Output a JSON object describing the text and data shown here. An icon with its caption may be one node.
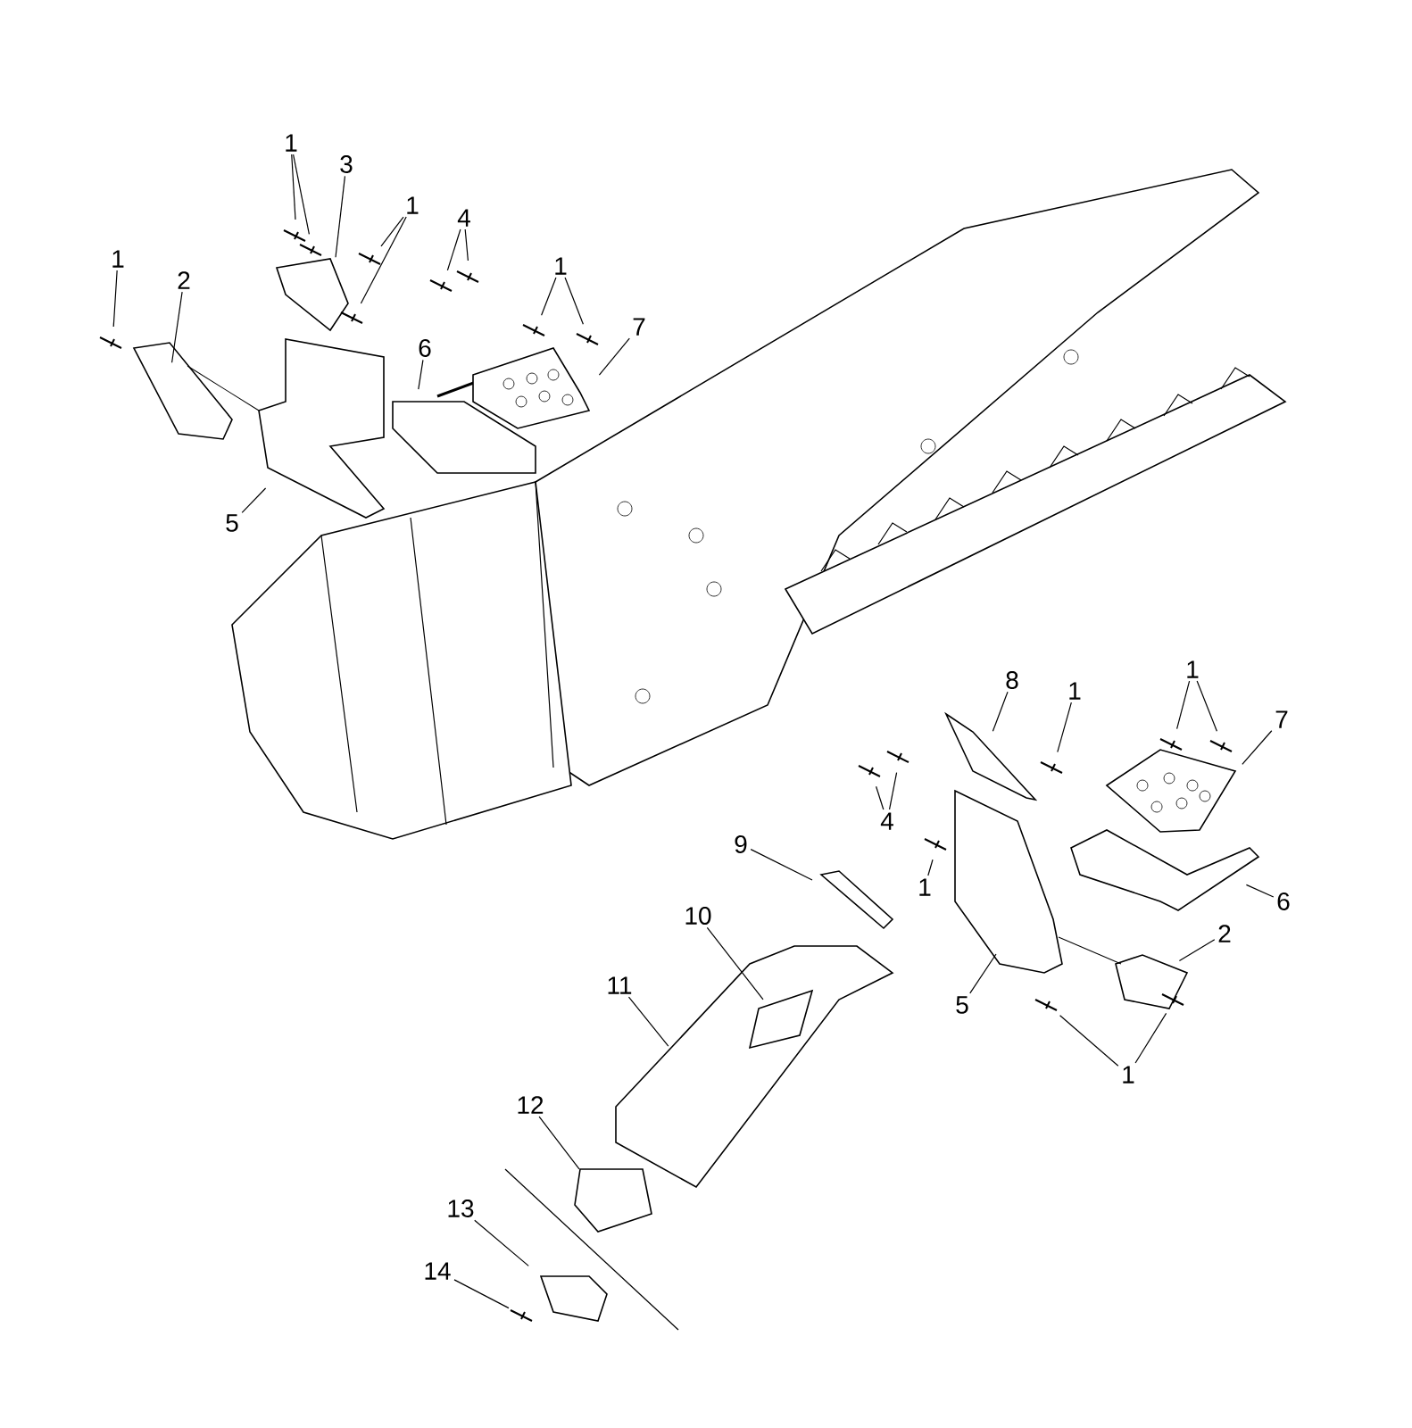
{
  "diagram": {
    "nodes": [
      {
        "text": [
          "1"
        ]
      },
      {
        "text": [
          "3"
        ]
      },
      {
        "text": [
          "1"
        ]
      },
      {
        "text": [
          "4"
        ]
      },
      {
        "text": [
          "1"
        ]
      },
      {
        "text": [
          "1"
        ]
      },
      {
        "text": [
          "2"
        ]
      },
      {
        "text": [
          "7"
        ]
      },
      {
        "text": [
          "6"
        ]
      },
      {
        "text": [
          "5"
        ]
      },
      {
        "text": [
          "1"
        ]
      },
      {
        "text": [
          "8"
        ]
      },
      {
        "text": [
          "1"
        ]
      },
      {
        "text": [
          "7"
        ]
      },
      {
        "text": [
          "4"
        ]
      },
      {
        "text": [
          "9"
        ]
      },
      {
        "text": [
          "1"
        ]
      },
      {
        "text": [
          "6"
        ]
      },
      {
        "text": [
          "10"
        ]
      },
      {
        "text": [
          "2"
        ]
      },
      {
        "text": [
          "11"
        ]
      },
      {
        "text": [
          "5"
        ]
      },
      {
        "text": [
          "1"
        ]
      },
      {
        "text": [
          "12"
        ]
      },
      {
        "text": [
          "13"
        ]
      },
      {
        "text": [
          "14"
        ]
      }
    ],
    "edges": [
      {
        "from": 0,
        "to": null,
        "arrow": "none"
      },
      {
        "from": 0,
        "to": null,
        "arrow": "none"
      },
      {
        "from": 1,
        "to": null,
        "arrow": "none"
      },
      {
        "from": 2,
        "to": null,
        "arrow": "none"
      },
      {
        "from": 2,
        "to": null,
        "arrow": "none"
      },
      {
        "from": 3,
        "to": null,
        "arrow": "none"
      },
      {
        "from": 3,
        "to": null,
        "arrow": "none"
      },
      {
        "from": 4,
        "to": null,
        "arrow": "none"
      },
      {
        "from": 5,
        "to": null,
        "arrow": "none"
      },
      {
        "from": 5,
        "to": null,
        "arrow": "none"
      },
      {
        "from": 6,
        "to": null,
        "arrow": "none"
      },
      {
        "from": 7,
        "to": null,
        "arrow": "none"
      },
      {
        "from": 8,
        "to": null,
        "arrow": "none"
      },
      {
        "from": 9,
        "to": null,
        "arrow": "none"
      },
      {
        "from": 10,
        "to": null,
        "arrow": "none"
      },
      {
        "from": 10,
        "to": null,
        "arrow": "none"
      },
      {
        "from": 11,
        "to": null,
        "arrow": "none"
      },
      {
        "from": 12,
        "to": null,
        "arrow": "none"
      },
      {
        "from": 13,
        "to": null,
        "arrow": "none"
      },
      {
        "from": 14,
        "to": null,
        "arrow": "none"
      },
      {
        "from": 14,
        "to": null,
        "arrow": "none"
      },
      {
        "from": 15,
        "to": null,
        "arrow": "none"
      },
      {
        "from": 16,
        "to": null,
        "arrow": "none"
      },
      {
        "from": 17,
        "to": null,
        "arrow": "none"
      },
      {
        "from": 18,
        "to": null,
        "arrow": "none"
      },
      {
        "from": 19,
        "to": null,
        "arrow": "none"
      },
      {
        "from": 20,
        "to": null,
        "arrow": "none"
      },
      {
        "from": 21,
        "to": null,
        "arrow": "none"
      },
      {
        "from": 22,
        "to": null,
        "arrow": "none"
      },
      {
        "from": 22,
        "to": null,
        "arrow": "none"
      },
      {
        "from": 23,
        "to": null,
        "arrow": "none"
      },
      {
        "from": 24,
        "to": null,
        "arrow": "none"
      },
      {
        "from": 25,
        "to": null,
        "arrow": "none"
      }
    ]
  }
}
